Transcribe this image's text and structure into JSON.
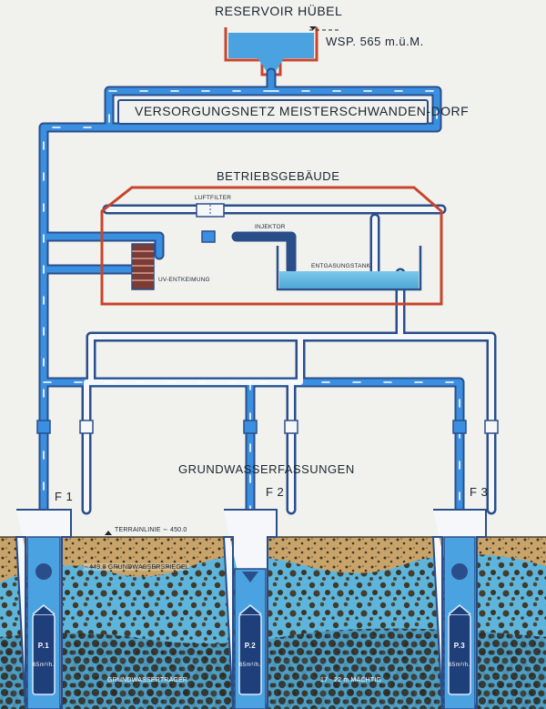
{
  "title": "RESERVOIR HÜBEL",
  "reservoir_level": "WSP. 565 m.ü.M.",
  "network_label": "VERSORGUNGSNETZ MEISTERSCHWANDEN-DORF",
  "building_label": "BETRIEBSGEBÄUDE",
  "components": {
    "air_filter": "LUFTFILTER",
    "injector": "INJEKTOR",
    "degassing_tank": "ENTGASUNGSTANK",
    "uv_disinfection": "UV-ENTKEIMUNG"
  },
  "groundwater_title": "GRUNDWASSERFASSUNGEN",
  "wells": [
    {
      "label": "F 1",
      "pump": "P.1",
      "flow": "65m³/h."
    },
    {
      "label": "F 2",
      "pump": "P.2",
      "flow": "65m³/h."
    },
    {
      "label": "F 3",
      "pump": "P.3",
      "flow": "65m³/h."
    }
  ],
  "ground": {
    "terrain_line": "TERRAINLINIE ∼ 450.0",
    "groundwater_level": "∼449.0 GRUNDWASSERSPIEGEL",
    "aquifer": "GRUNDWASSERTRÄGER",
    "thickness": "17 - 22 m MÄCHTIG"
  },
  "colors": {
    "pipe": "#3b8fe0",
    "pipe_outline": "#2a4e8a",
    "building_wall": "#c8452c",
    "soil": "#c9a46a",
    "water": "#5eb5dc",
    "background": "#f1f2ee"
  }
}
